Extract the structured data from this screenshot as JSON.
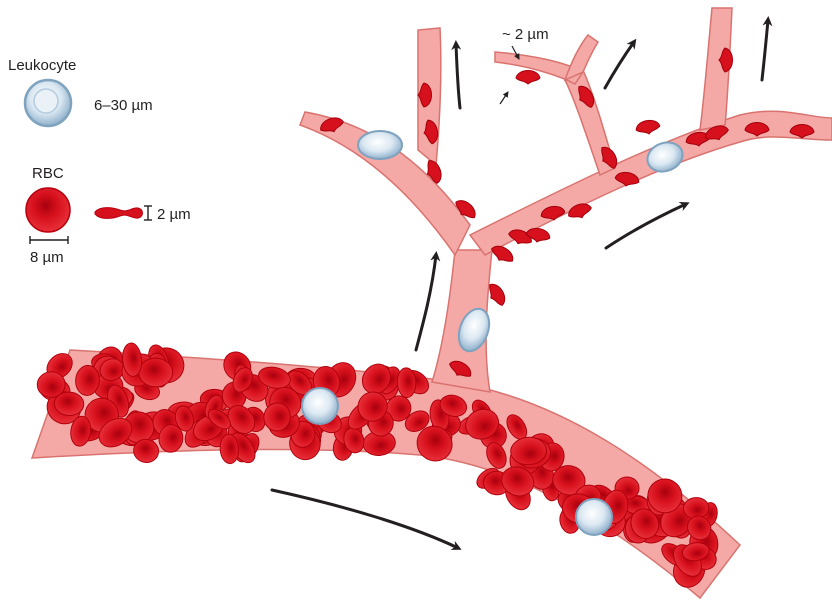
{
  "legend": {
    "leukocyte_label": "Leukocyte",
    "leukocyte_size": "6–30 µm",
    "rbc_label": "RBC",
    "rbc_thickness": "2 µm",
    "rbc_diameter": "8 µm"
  },
  "capillary": {
    "width_label": "~ 2 µm"
  },
  "colors": {
    "vessel_wall": "#f4a9a7",
    "vessel_edge": "#d9736f",
    "rbc": "#d6101c",
    "rbc_dark": "#a3000c",
    "leukocyte": "#c9dcea",
    "leukocyte_edge": "#7fa2bf",
    "arrow": "#231f20"
  },
  "icons": [
    "flow-arrow",
    "dimension-arrow",
    "scale-bar"
  ]
}
